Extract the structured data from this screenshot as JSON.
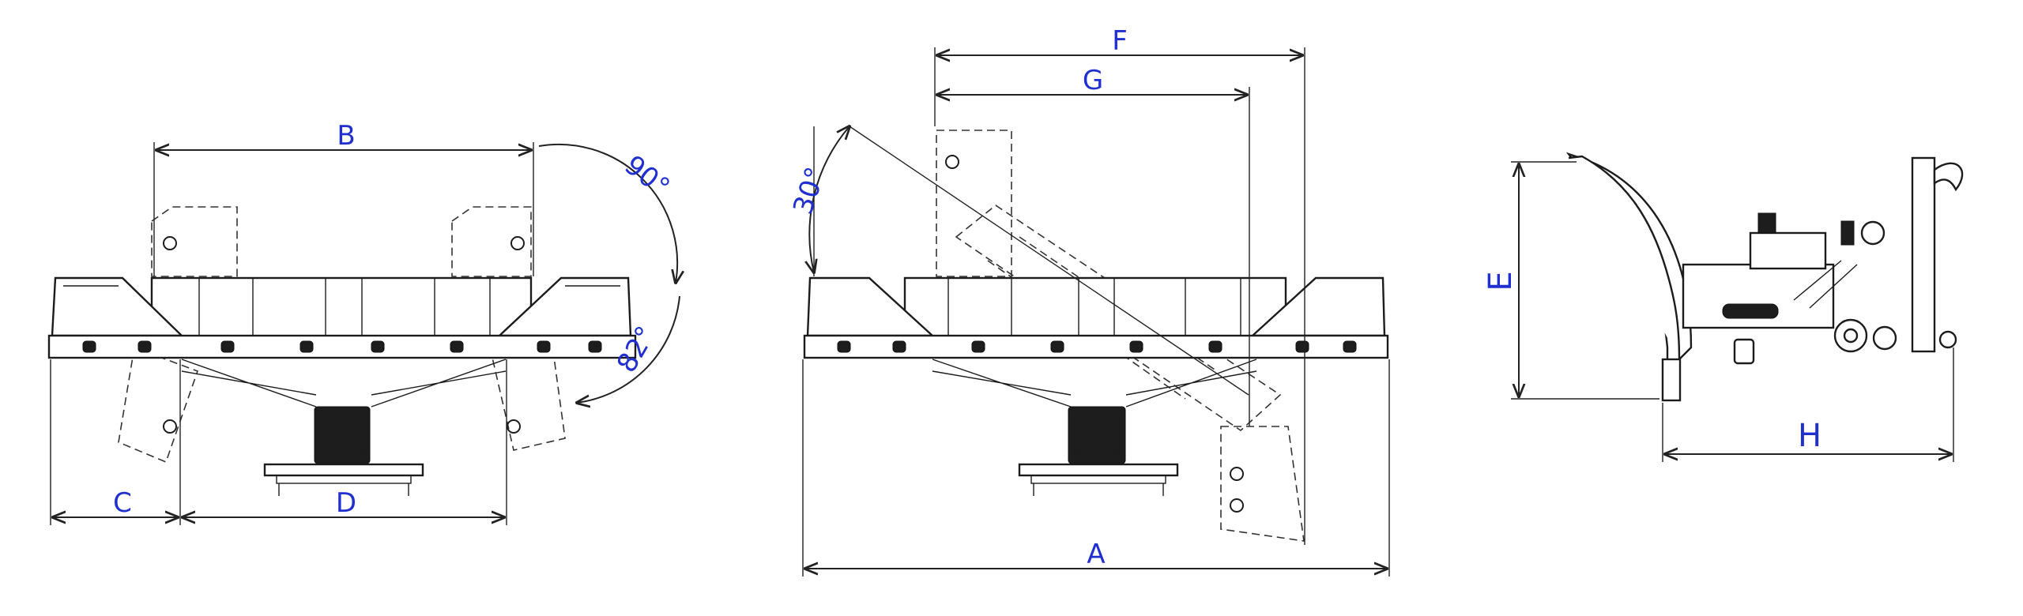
{
  "dimensions": {
    "A": "A",
    "B": "B",
    "C": "C",
    "D": "D",
    "E": "E",
    "F": "F",
    "G": "G",
    "H": "H"
  },
  "angles": {
    "wing_up": "90°",
    "wing_down": "82°",
    "tilt": "30°"
  },
  "colors": {
    "label": "#1f2fd0",
    "line": "#1c1c1c"
  }
}
